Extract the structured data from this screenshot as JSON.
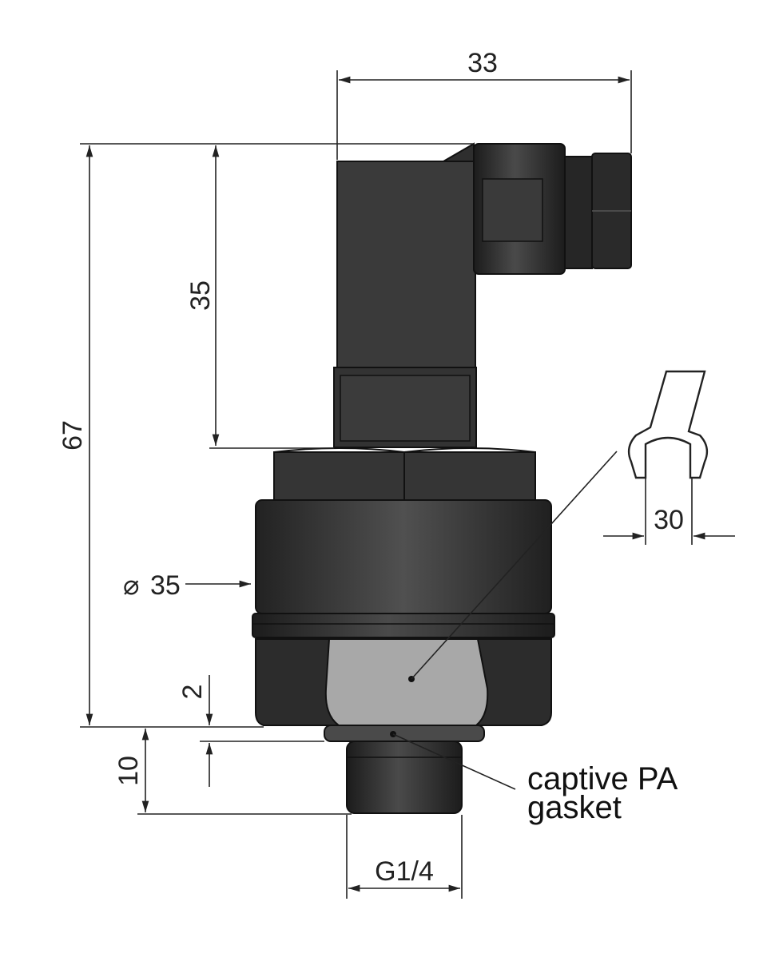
{
  "dimensions": {
    "connector_width": "33",
    "total_height": "67",
    "housing_height": "35",
    "diameter": "35",
    "diameter_symbol": "⌀",
    "gasket_thickness": "2",
    "thread_length": "10",
    "wrench_size": "30",
    "thread": "G1/4"
  },
  "annotations": {
    "gasket_line1": "captive PA",
    "gasket_line2": "gasket"
  },
  "colors": {
    "body_dark": "#2b2b2b",
    "body_mid": "#3a3a3a",
    "hex_light": "#a8a8a8",
    "line": "#222222"
  }
}
